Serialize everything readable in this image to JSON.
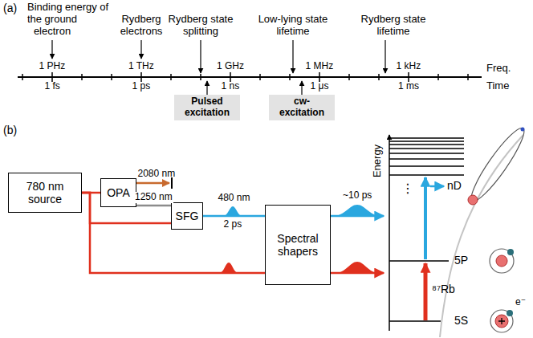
{
  "diagram": {
    "nodes": [
      {
        "text": [
          "Pulsed excitation"
        ]
      },
      {
        "text": [
          "cw-excitation"
        ]
      },
      {
        "text": [
          "780 nm source"
        ]
      },
      {
        "text": [
          "OPA"
        ]
      },
      {
        "text": [
          "SFG"
        ]
      },
      {
        "text": [
          "Spectral shapers"
        ]
      }
    ],
    "edges": [
      {
        "from": 2,
        "to": 3,
        "arrow": "none"
      },
      {
        "from": 3,
        "to": 4,
        "label": "1250 nm",
        "arrow": "none"
      },
      {
        "from": 2,
        "to": 4,
        "arrow": "none"
      },
      {
        "from": 4,
        "to": 5,
        "label": "480 nm",
        "arrow": "none"
      },
      {
        "from": 2,
        "to": 5,
        "arrow": "none"
      }
    ],
    "labels": [
      "(a)",
      "Binding energy of",
      "the ground electron",
      "Rydberg electrons",
      "Rydberg state splitting",
      "Low-lying state lifetime",
      "Rydberg state lifetime",
      "1 PHz",
      "1 THz",
      "1 GHz",
      "1 MHz",
      "1 kHz",
      "Freq.",
      "1 fs",
      "1 ps",
      "1 ns",
      "1 μs",
      "1 ms",
      "Time",
      "(b)",
      "2080 nm",
      "2 ps",
      "~10 ps",
      "Energy",
      "⋮",
      "nD",
      "5P",
      "⁸⁷Rb",
      "5S",
      "e⁻"
    ]
  }
}
